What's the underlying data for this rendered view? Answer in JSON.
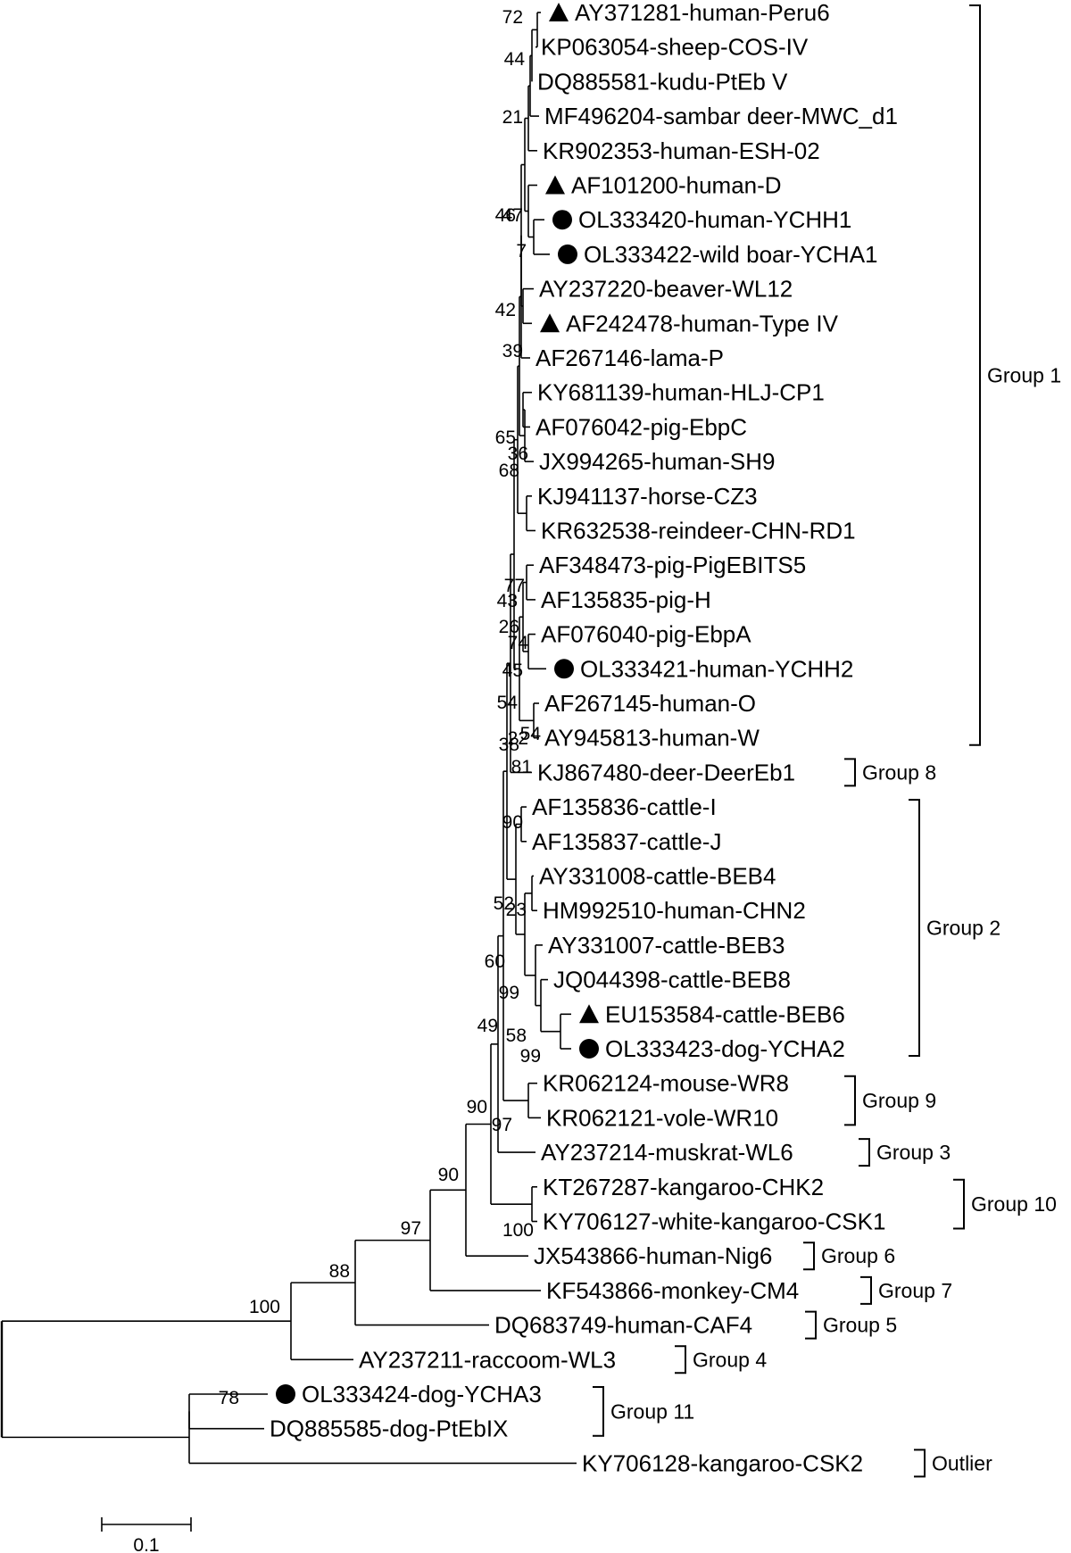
{
  "taxa": [
    {
      "label": "AY371281-human-Peru6",
      "marker": "triangle"
    },
    {
      "label": "KP063054-sheep-COS-IV",
      "marker": ""
    },
    {
      "label": "DQ885581-kudu-PtEb V",
      "marker": ""
    },
    {
      "label": "MF496204-sambar deer-MWC_d1",
      "marker": ""
    },
    {
      "label": "KR902353-human-ESH-02",
      "marker": ""
    },
    {
      "label": "AF101200-human-D",
      "marker": "triangle"
    },
    {
      "label": "OL333420-human-YCHH1",
      "marker": "circle"
    },
    {
      "label": "OL333422-wild boar-YCHA1",
      "marker": "circle"
    },
    {
      "label": "AY237220-beaver-WL12",
      "marker": ""
    },
    {
      "label": "AF242478-human-Type IV",
      "marker": "triangle"
    },
    {
      "label": "AF267146-lama-P",
      "marker": ""
    },
    {
      "label": "KY681139-human-HLJ-CP1",
      "marker": ""
    },
    {
      "label": "AF076042-pig-EbpC",
      "marker": ""
    },
    {
      "label": "JX994265-human-SH9",
      "marker": ""
    },
    {
      "label": "KJ941137-horse-CZ3",
      "marker": ""
    },
    {
      "label": "KR632538-reindeer-CHN-RD1",
      "marker": ""
    },
    {
      "label": "AF348473-pig-PigEBITS5",
      "marker": ""
    },
    {
      "label": "AF135835-pig-H",
      "marker": ""
    },
    {
      "label": "AF076040-pig-EbpA",
      "marker": ""
    },
    {
      "label": "OL333421-human-YCHH2",
      "marker": "circle"
    },
    {
      "label": "AF267145-human-O",
      "marker": ""
    },
    {
      "label": "AY945813-human-W",
      "marker": ""
    },
    {
      "label": "KJ867480-deer-DeerEb1",
      "marker": ""
    },
    {
      "label": "AF135836-cattle-I",
      "marker": ""
    },
    {
      "label": "AF135837-cattle-J",
      "marker": ""
    },
    {
      "label": "AY331008-cattle-BEB4",
      "marker": ""
    },
    {
      "label": "HM992510-human-CHN2",
      "marker": ""
    },
    {
      "label": "AY331007-cattle-BEB3",
      "marker": ""
    },
    {
      "label": "JQ044398-cattle-BEB8",
      "marker": ""
    },
    {
      "label": "EU153584-cattle-BEB6",
      "marker": "triangle"
    },
    {
      "label": "OL333423-dog-YCHA2",
      "marker": "circle"
    },
    {
      "label": "KR062124-mouse-WR8",
      "marker": ""
    },
    {
      "label": "KR062121-vole-WR10",
      "marker": ""
    },
    {
      "label": "AY237214-muskrat-WL6",
      "marker": ""
    },
    {
      "label": "KT267287-kangaroo-CHK2",
      "marker": ""
    },
    {
      "label": "KY706127-white-kangaroo-CSK1",
      "marker": ""
    },
    {
      "label": "JX543866-human-Nig6",
      "marker": ""
    },
    {
      "label": "KF543866-monkey-CM4",
      "marker": ""
    },
    {
      "label": "DQ683749-human-CAF4",
      "marker": ""
    },
    {
      "label": "AY237211-raccoom-WL3",
      "marker": ""
    },
    {
      "label": "OL333424-dog-YCHA3",
      "marker": "circle"
    },
    {
      "label": "DQ885585-dog-PtEbIX",
      "marker": ""
    },
    {
      "label": "KY706128-kangaroo-CSK2",
      "marker": ""
    }
  ],
  "bootstrap": [
    {
      "text": "72",
      "node": "n_peru_sheep"
    },
    {
      "text": "44",
      "node": "n_top"
    },
    {
      "text": "21",
      "node": "n_sambar"
    },
    {
      "text": "46",
      "node": "n_D"
    },
    {
      "text": "47",
      "node": "n_D"
    },
    {
      "text": "7",
      "node": "n_ycha1"
    },
    {
      "text": "42",
      "node": "n_typeIV"
    },
    {
      "text": "39",
      "node": "n_lama"
    },
    {
      "text": "65",
      "node": "n_ebpc"
    },
    {
      "text": "36",
      "node": "n_ebpc"
    },
    {
      "text": "68",
      "node": "n_sh9"
    },
    {
      "text": "77",
      "node": "n_horse"
    },
    {
      "text": "43",
      "node": "n_pigits"
    },
    {
      "text": "26",
      "node": "n_pigits"
    },
    {
      "text": "74",
      "node": "n_ebpa"
    },
    {
      "text": "45",
      "node": "n_ebpa"
    },
    {
      "text": "54",
      "node": "n_ychh2"
    },
    {
      "text": "22",
      "node": "n_ow"
    },
    {
      "text": "38",
      "node": "n_g1"
    },
    {
      "text": "54",
      "node": "n_g1"
    },
    {
      "text": "81",
      "node": "n_cattleIJ"
    },
    {
      "text": "90",
      "node": "n_beb4"
    },
    {
      "text": "52",
      "node": "n_g2"
    },
    {
      "text": "23",
      "node": "n_g2"
    },
    {
      "text": "60",
      "node": "n_beb3"
    },
    {
      "text": "99",
      "node": "n_beb8"
    },
    {
      "text": "58",
      "node": "n_beb6"
    },
    {
      "text": "99",
      "node": "n_beb6"
    },
    {
      "text": "49",
      "node": "n_g2g9"
    },
    {
      "text": "90",
      "node": "n_g9"
    },
    {
      "text": "97",
      "node": "n_g9"
    },
    {
      "text": "100",
      "node": "n_kang"
    },
    {
      "text": "90",
      "node": "n_kangnig"
    },
    {
      "text": "97",
      "node": "n_cm4"
    },
    {
      "text": "88",
      "node": "n_caf4"
    },
    {
      "text": "100",
      "node": "n_wl3"
    },
    {
      "text": "78",
      "node": "n_dog"
    }
  ],
  "groups": [
    {
      "label": "Group 1",
      "from": 0,
      "to": 21
    },
    {
      "label": "Group 8",
      "from": 22,
      "to": 22
    },
    {
      "label": "Group 2",
      "from": 23,
      "to": 30
    },
    {
      "label": "Group 9",
      "from": 31,
      "to": 32
    },
    {
      "label": "Group 3",
      "from": 33,
      "to": 33
    },
    {
      "label": "Group 10",
      "from": 34,
      "to": 35
    },
    {
      "label": "Group 6",
      "from": 36,
      "to": 36
    },
    {
      "label": "Group 7",
      "from": 37,
      "to": 37
    },
    {
      "label": "Group 5",
      "from": 38,
      "to": 38
    },
    {
      "label": "Group 4",
      "from": 39,
      "to": 39
    },
    {
      "label": "Group 11",
      "from": 40,
      "to": 41
    },
    {
      "label": "Outlier",
      "from": 42,
      "to": 42
    }
  ],
  "scale_bar": {
    "label": "0.1",
    "length": 0.1
  }
}
